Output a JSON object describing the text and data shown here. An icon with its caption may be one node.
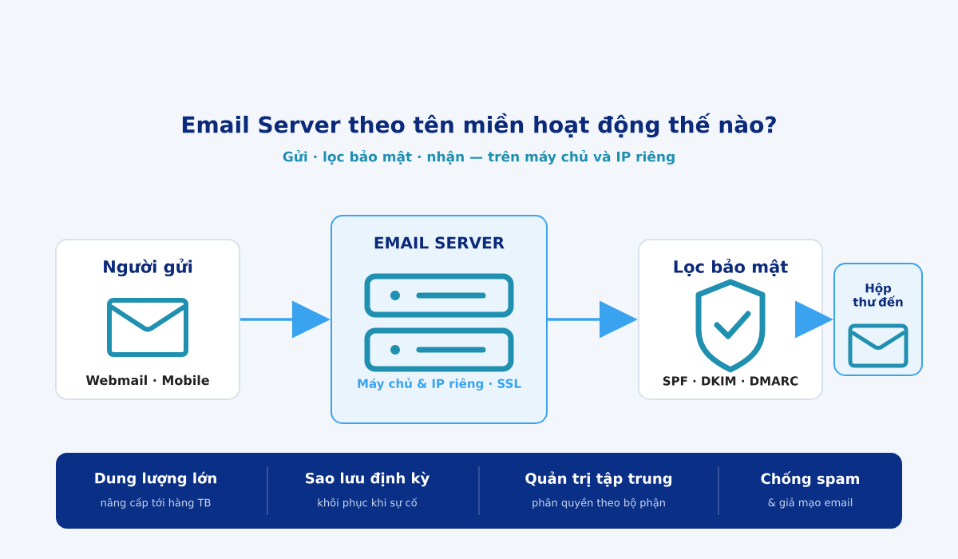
{
  "diagram": {
    "title": "Email Server theo tên miền hoạt động thế nào?",
    "caption": "Gửi · lọc bảo mật · nhận — trên máy chủ và IP riêng",
    "nodes": [
      {
        "text": [
          "Người gửi",
          "Webmail · Mobile"
        ]
      },
      {
        "text": [
          "EMAIL SERVER",
          "Máy chủ & IP riêng · SSL"
        ]
      },
      {
        "text": [
          "Lọc bảo mật",
          "SPF · DKIM · DMARC"
        ]
      },
      {
        "text": [
          "Hộp thư đến"
        ]
      }
    ],
    "edges": [
      {
        "from": 0,
        "to": 1,
        "arrow": "to"
      },
      {
        "from": 1,
        "to": 2,
        "arrow": "to"
      },
      {
        "from": 2,
        "to": 3,
        "arrow": "to"
      }
    ],
    "labels": [
      "Dung lượng lớn",
      "nâng cấp tới hàng TB",
      "Sao lưu định kỳ",
      "khôi phục khi sự cố",
      "Quản trị tập trung",
      "phân quyền theo bộ phận",
      "Chống spam",
      "& giả mạo email"
    ]
  }
}
